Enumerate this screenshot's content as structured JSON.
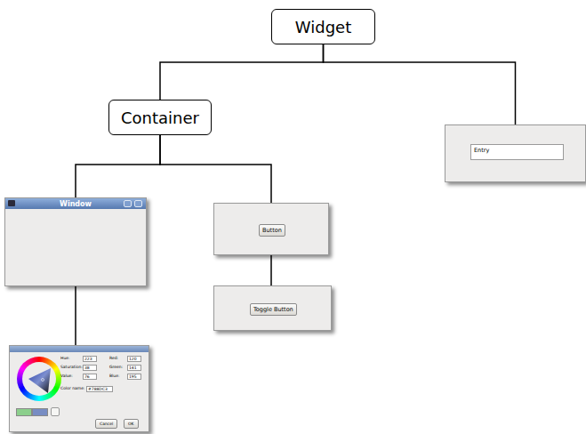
{
  "diagram": {
    "nodes": [
      {
        "text": [
          "Widget"
        ]
      },
      {
        "text": [
          "Container"
        ]
      },
      {
        "text": [
          "Window"
        ]
      },
      {
        "text": [
          "Button"
        ]
      },
      {
        "text": [
          "Toggle Button"
        ]
      },
      {
        "text": [
          "Entry"
        ]
      },
      {
        "text": [
          "Hue:",
          "223",
          "Saturation:",
          "38",
          "Value:",
          "76",
          "Red:",
          "120",
          "Green:",
          "141",
          "Blue:",
          "195",
          "Color name:",
          "#788DC3",
          "Cancel",
          "OK"
        ]
      }
    ],
    "edges": [
      {
        "from": 0,
        "to": 1,
        "arrow": "none"
      },
      {
        "from": 0,
        "to": 5,
        "arrow": "none"
      },
      {
        "from": 1,
        "to": 2,
        "arrow": "none"
      },
      {
        "from": 1,
        "to": 3,
        "arrow": "none"
      },
      {
        "from": 2,
        "to": 6,
        "arrow": "none"
      },
      {
        "from": 3,
        "to": 4,
        "arrow": "none"
      }
    ]
  }
}
